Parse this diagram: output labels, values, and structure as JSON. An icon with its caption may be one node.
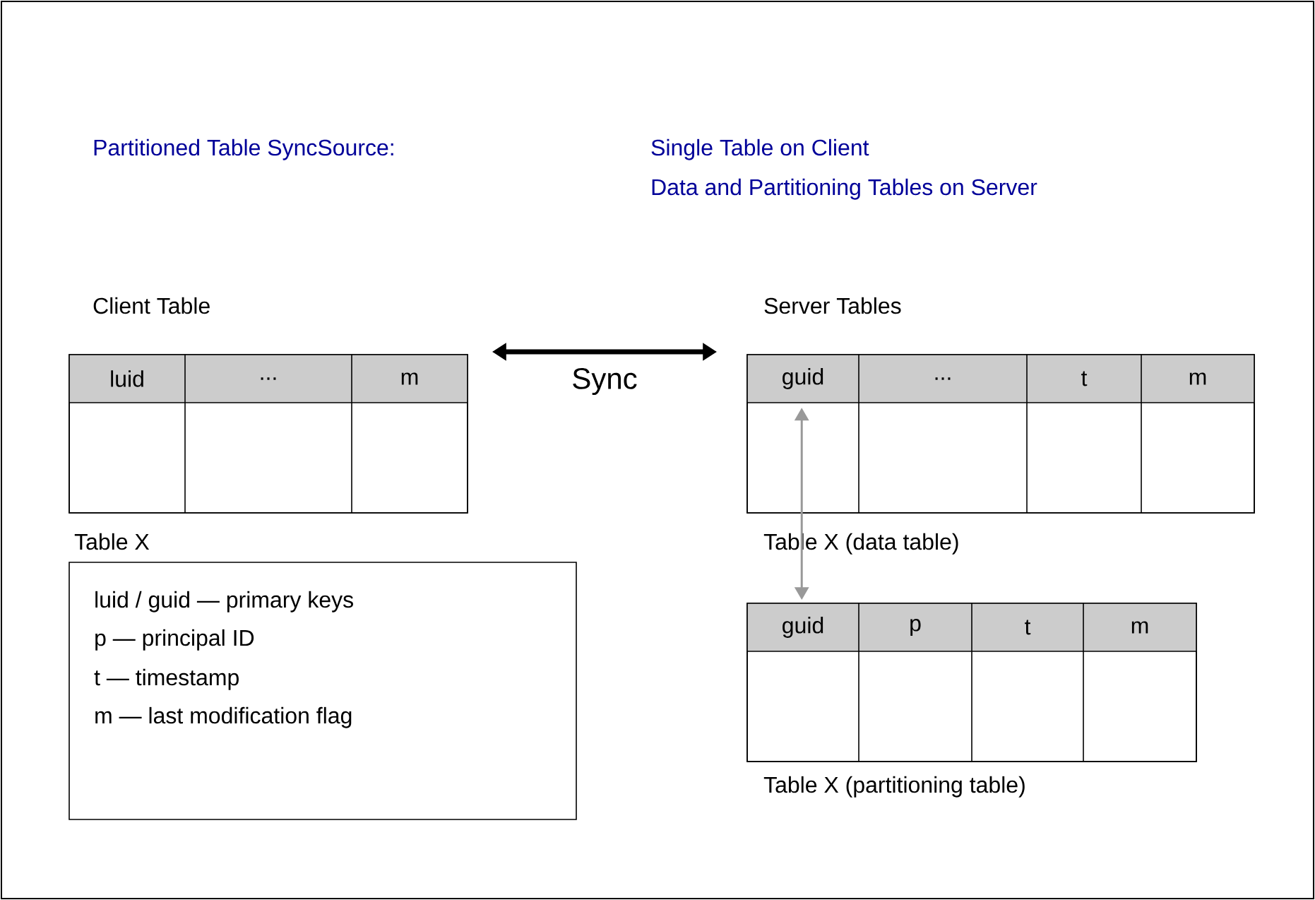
{
  "diagram": {
    "title": "Partitioned Table SyncSource:",
    "nodes": [
      {
        "text": [
          "luid",
          "...",
          "m"
        ],
        "beside": [
          "Client Table",
          "Table X"
        ]
      },
      {
        "text": [
          "guid",
          "...",
          "t",
          "m"
        ],
        "beside": [
          "Server Tables",
          "Table X (data table)"
        ]
      },
      {
        "text": [
          "guid",
          "p",
          "t",
          "m"
        ],
        "beside": [
          "Table X (partitioning table)"
        ]
      },
      {
        "text": [
          "luid / guid — primary keys",
          "p — principal ID",
          "t — timestamp",
          "m — last modification flag"
        ]
      }
    ],
    "edges": [
      {
        "from": 0,
        "to": 1,
        "arrow": "both",
        "label": "Sync",
        "style": "thick"
      },
      {
        "from": 1,
        "to": 2,
        "arrow": "both",
        "color": "#999999"
      }
    ],
    "labels": [
      "Single Table on Client",
      "Data and Partitioning Tables on Server"
    ]
  }
}
